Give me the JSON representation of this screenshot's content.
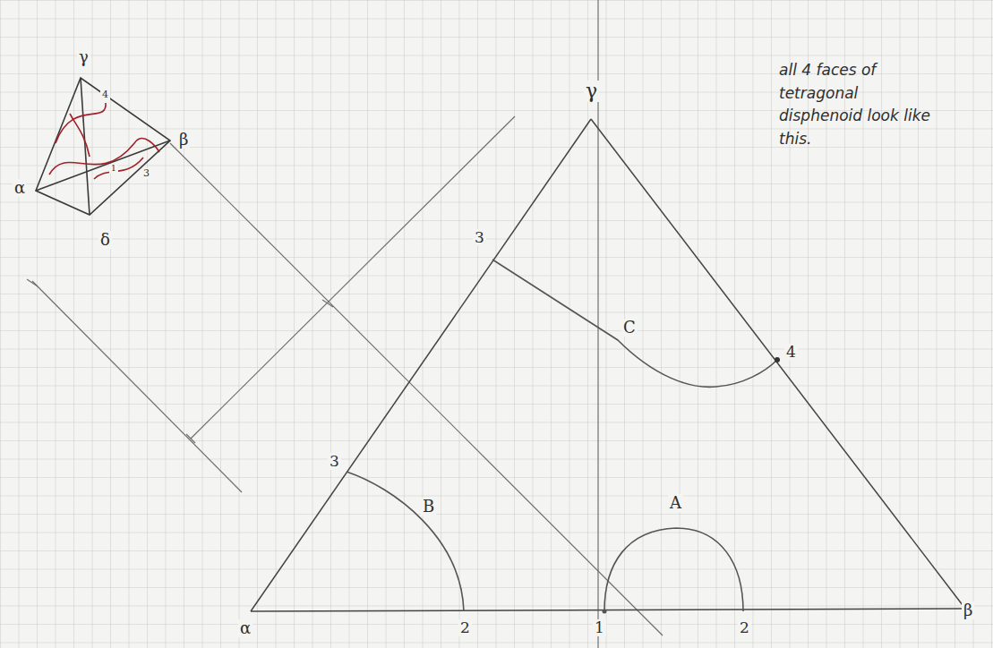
{
  "diagram": {
    "labels": [
      "γ",
      "4",
      "β",
      "3",
      "1",
      "α",
      "δ",
      "γ",
      "3",
      "C",
      "4",
      "3",
      "B",
      "A",
      "α",
      "2",
      "1",
      "2",
      "β",
      "all 4 faces of tetragonal disphenoid look like this."
    ]
  }
}
